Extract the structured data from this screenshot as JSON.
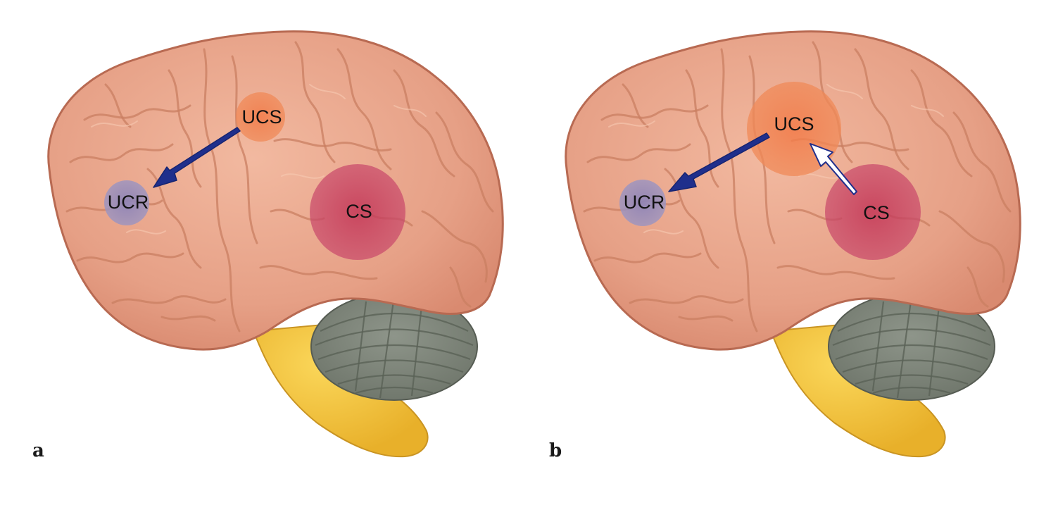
{
  "panels": [
    {
      "letter": "a",
      "regions": {
        "ucs": "UCS",
        "ucr": "UCR",
        "cs": "CS"
      },
      "arrows": [
        "UCS → UCR"
      ]
    },
    {
      "letter": "b",
      "regions": {
        "ucs": "UCS",
        "ucr": "UCR",
        "cs": "CS"
      },
      "arrows": [
        "UCS → UCR",
        "CS → UCS"
      ]
    }
  ],
  "colors": {
    "cortex": "#e8a48a",
    "cortex_outline": "#b86a52",
    "ucs_region": "#f07a4a",
    "ucr_region": "#8c86b8",
    "cs_region": "#c2385a",
    "cerebellum": "#7d8479",
    "brainstem": "#f2c43a",
    "arrow_blue": "#1f2f8c",
    "arrow_white": "#ffffff"
  }
}
